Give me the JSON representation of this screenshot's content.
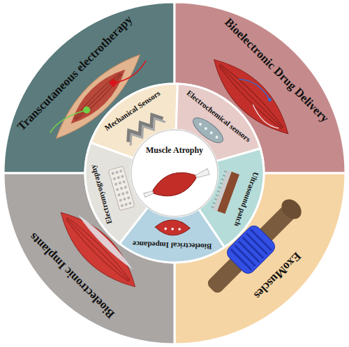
{
  "diagram": {
    "nodes": [
      {
        "text": [
          "Transcutaneous electrotherapy"
        ]
      },
      {
        "text": [
          "Bioelectronic Drug Delivery"
        ]
      },
      {
        "text": [
          "ExoMuscles"
        ]
      },
      {
        "text": [
          "Bioelectronic Implants"
        ]
      },
      {
        "text": [
          "Mechanical Sensors"
        ]
      },
      {
        "text": [
          "Electrochemical sensors"
        ]
      },
      {
        "text": [
          "Ultrasound patch"
        ]
      },
      {
        "text": [
          "Bioelectrical Impedance"
        ]
      },
      {
        "text": [
          "Electromyography"
        ]
      },
      {
        "text": [
          "Muscle Atrophy"
        ]
      }
    ]
  }
}
